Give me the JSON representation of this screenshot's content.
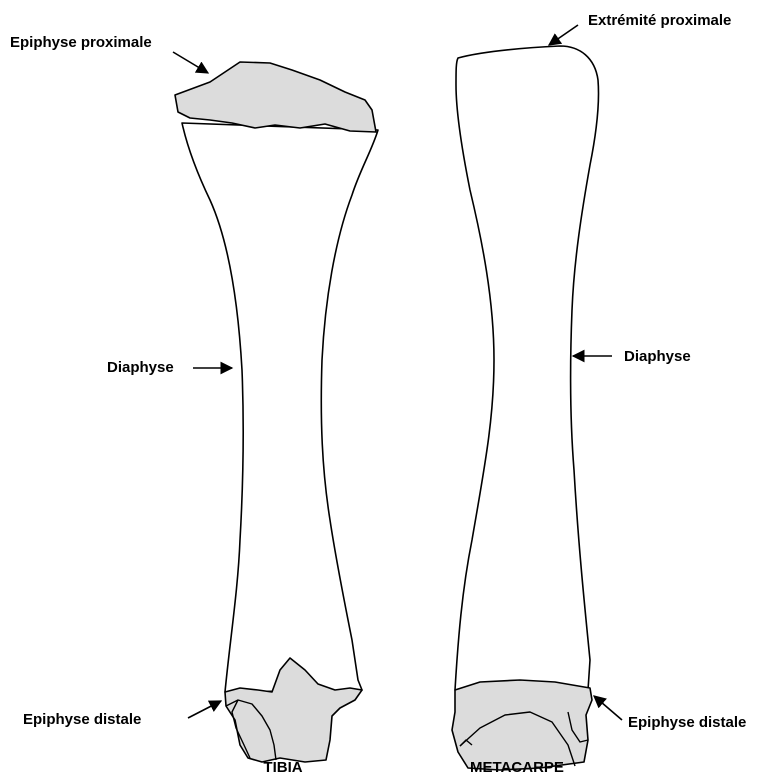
{
  "colors": {
    "epiphysis_fill": "#dcdcdc",
    "outline": "#000000",
    "background": "#ffffff"
  },
  "tibia": {
    "caption": "TIBIA",
    "labels": {
      "proximal": "Epiphyse proximale",
      "diaphysis": "Diaphyse",
      "distal": "Epiphyse distale"
    }
  },
  "metacarpe": {
    "caption": "METACARPE",
    "labels": {
      "proximal": "Extrémité proximale",
      "diaphysis": "Diaphyse",
      "distal": "Epiphyse distale"
    }
  }
}
